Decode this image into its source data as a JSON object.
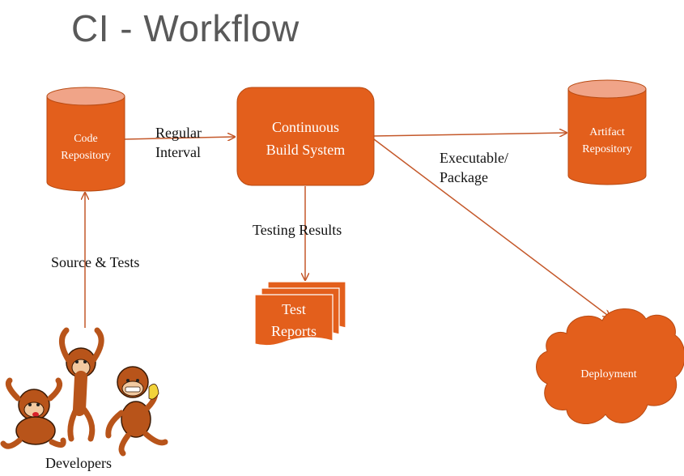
{
  "title": "CI - Workflow",
  "nodes": {
    "code_repository": {
      "line1": "Code",
      "line2": "Repository"
    },
    "build_system": {
      "line1": "Continuous",
      "line2": "Build System"
    },
    "artifact_repository": {
      "line1": "Artifact",
      "line2": "Repository"
    },
    "test_reports": {
      "line1": "Test",
      "line2": "Reports"
    },
    "deployment": {
      "label": "Deployment"
    }
  },
  "edges": {
    "regular_interval": {
      "line1": "Regular",
      "line2": "Interval"
    },
    "source_tests": "Source & Tests",
    "testing_results": "Testing Results",
    "executable_package": {
      "line1": "Executable/",
      "line2": "Package"
    }
  },
  "developers": "Developers",
  "colors": {
    "node_fill": "#E35F1C",
    "node_top": "#F0A488",
    "node_stroke": "#B84A12",
    "arrow": "#C4582A",
    "title_text": "#595959"
  }
}
